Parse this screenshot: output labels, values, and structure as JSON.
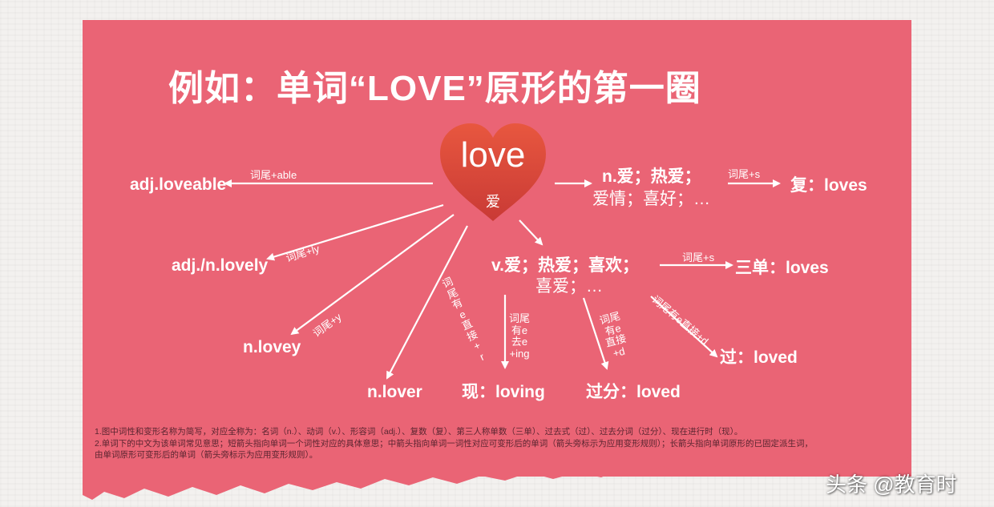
{
  "colors": {
    "panel": "#ea6475",
    "heart_top": "#e8573f",
    "heart_bottom": "#c93a35",
    "text": "#ffffff"
  },
  "title": "例如：单词“LOVE”原形的第一圈",
  "center": {
    "word": "love",
    "meaning": "爱"
  },
  "noun_branch": {
    "meaning_line1": "n.爱；热爱；",
    "meaning_line2": "爱情；喜好；…",
    "rule": "词尾+s",
    "result": "复：loves"
  },
  "verb_branch": {
    "meaning_line1": "v.爱；热爱；喜欢；",
    "meaning_line2": "喜爱；…",
    "third_person": {
      "rule": "词尾+s",
      "result": "三单：loves"
    },
    "past": {
      "rule": "词尾有e直接+d",
      "result": "过：loved"
    },
    "present_participle": {
      "rule": [
        "词尾",
        "有e",
        "去e",
        "+ing"
      ],
      "result": "现：loving"
    },
    "past_participle": {
      "rule": [
        "词尾",
        "有e",
        "直接",
        "+d"
      ],
      "result": "过分：loved"
    }
  },
  "derived": {
    "loveable": {
      "rule": "词尾+able",
      "result": "adj.loveable"
    },
    "lovely": {
      "rule": "词尾+ly",
      "result": "adj./n.lovely"
    },
    "lovey": {
      "rule": "词尾+y",
      "result": "n.lovey"
    },
    "lover": {
      "rule": [
        "词",
        "尾",
        "有",
        "e",
        "直",
        "接",
        "+",
        "r"
      ],
      "result": "n.lover"
    }
  },
  "notes": [
    "1.图中词性和变形名称为简写，对应全称为：名词（n.）、动词（v.）、形容词（adj.）、复数（复）、第三人称单数（三单）、过去式（过）、过去分词（过分）、现在进行时（现）。",
    "2.单词下的中文为该单词常见意思；短箭头指向单词一个词性对应的具体意思；中箭头指向单词一词性对应可变形后的单词（箭头旁标示为应用变形规则）；长箭头指向单词原形的已固定派生词，",
    "由单词原形可变形后的单词（箭头旁标示为应用变形规则）。"
  ],
  "watermark": "头条 @教育时"
}
